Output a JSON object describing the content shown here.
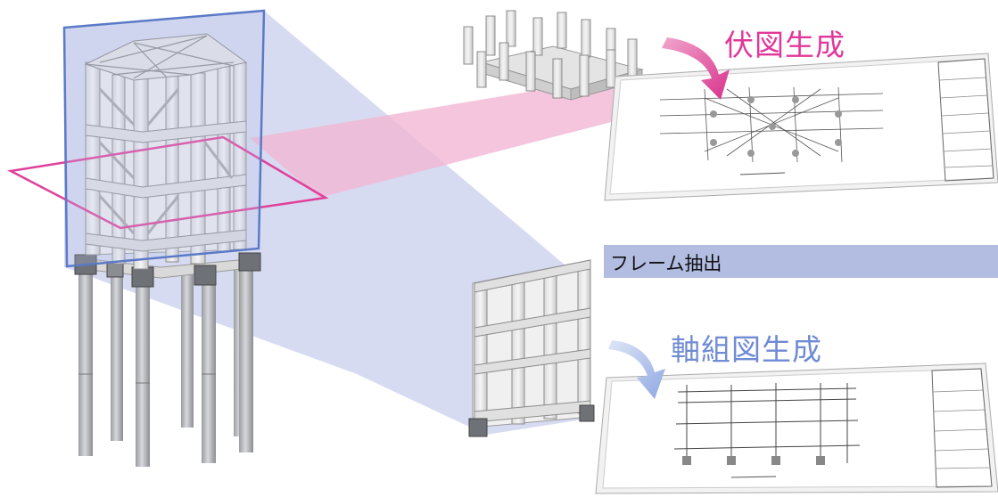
{
  "labels": {
    "plan_generation": "伏図生成",
    "frame_extraction": "フレーム抽出",
    "elevation_generation": "軸組図生成"
  },
  "colors": {
    "plan_accent": "#e0389a",
    "elevation_accent": "#6f8bd4",
    "banner_bg": "#b3bde2",
    "section_plane_line": "#e0409a",
    "frame_plane_line": "#5b7ac6"
  }
}
